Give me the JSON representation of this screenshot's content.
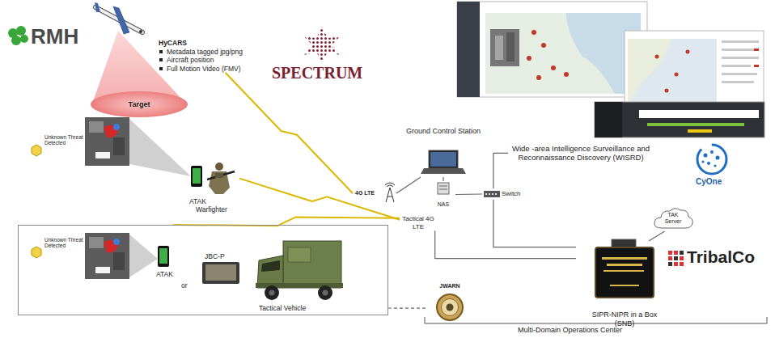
{
  "diagram": {
    "nodes": [
      {
        "text": [
          "HyCARS",
          "Metadata tagged jpg/png",
          "Aircraft position",
          "Full Motion Video (FMV)"
        ]
      },
      {
        "text": [
          "Target"
        ]
      },
      {
        "text": [
          "4G LTE"
        ]
      },
      {
        "text": [
          "Ground Control Station"
        ]
      },
      {
        "text": [
          "NAS"
        ]
      },
      {
        "text": [
          "Switch"
        ]
      },
      {
        "text": [
          "Wide -area Intelligence Surveillance and Reconnaissance Discovery (WISRD)"
        ]
      },
      {
        "text": [
          "ATAK",
          "Warfighter"
        ]
      },
      {
        "text": [
          "Tactical 4G LTE"
        ]
      },
      {
        "text": [
          "ATAK",
          "or",
          "JBC-P",
          "Tactical Vehicle"
        ]
      },
      {
        "text": [
          "SIPR-NIPR in a Box (SNB)"
        ]
      },
      {
        "text": [
          "TAK Server"
        ]
      },
      {
        "text": [
          "JWARN"
        ]
      }
    ],
    "edges": [
      {
        "from": 0,
        "to": 2,
        "arrow": "none"
      },
      {
        "from": 2,
        "to": 3,
        "arrow": "none"
      },
      {
        "from": 3,
        "to": 4,
        "arrow": "none"
      },
      {
        "from": 4,
        "to": 5,
        "arrow": "none"
      },
      {
        "from": 5,
        "to": 6,
        "arrow": "none"
      },
      {
        "from": 5,
        "to": 10,
        "arrow": "none"
      },
      {
        "from": 7,
        "to": 8,
        "arrow": "none"
      },
      {
        "from": 9,
        "to": 8,
        "arrow": "none"
      },
      {
        "from": 8,
        "to": 10,
        "arrow": "none"
      },
      {
        "from": 10,
        "to": 11,
        "arrow": "none"
      },
      {
        "from": 9,
        "to": 12,
        "arrow": "none"
      }
    ],
    "labels": [
      "RMH",
      "SPECTRUM",
      "Unknown Threat Detected",
      "CyOne",
      "Unknown Threat Detected",
      "TribalCo",
      "Multi-Domain Operations Center"
    ]
  }
}
